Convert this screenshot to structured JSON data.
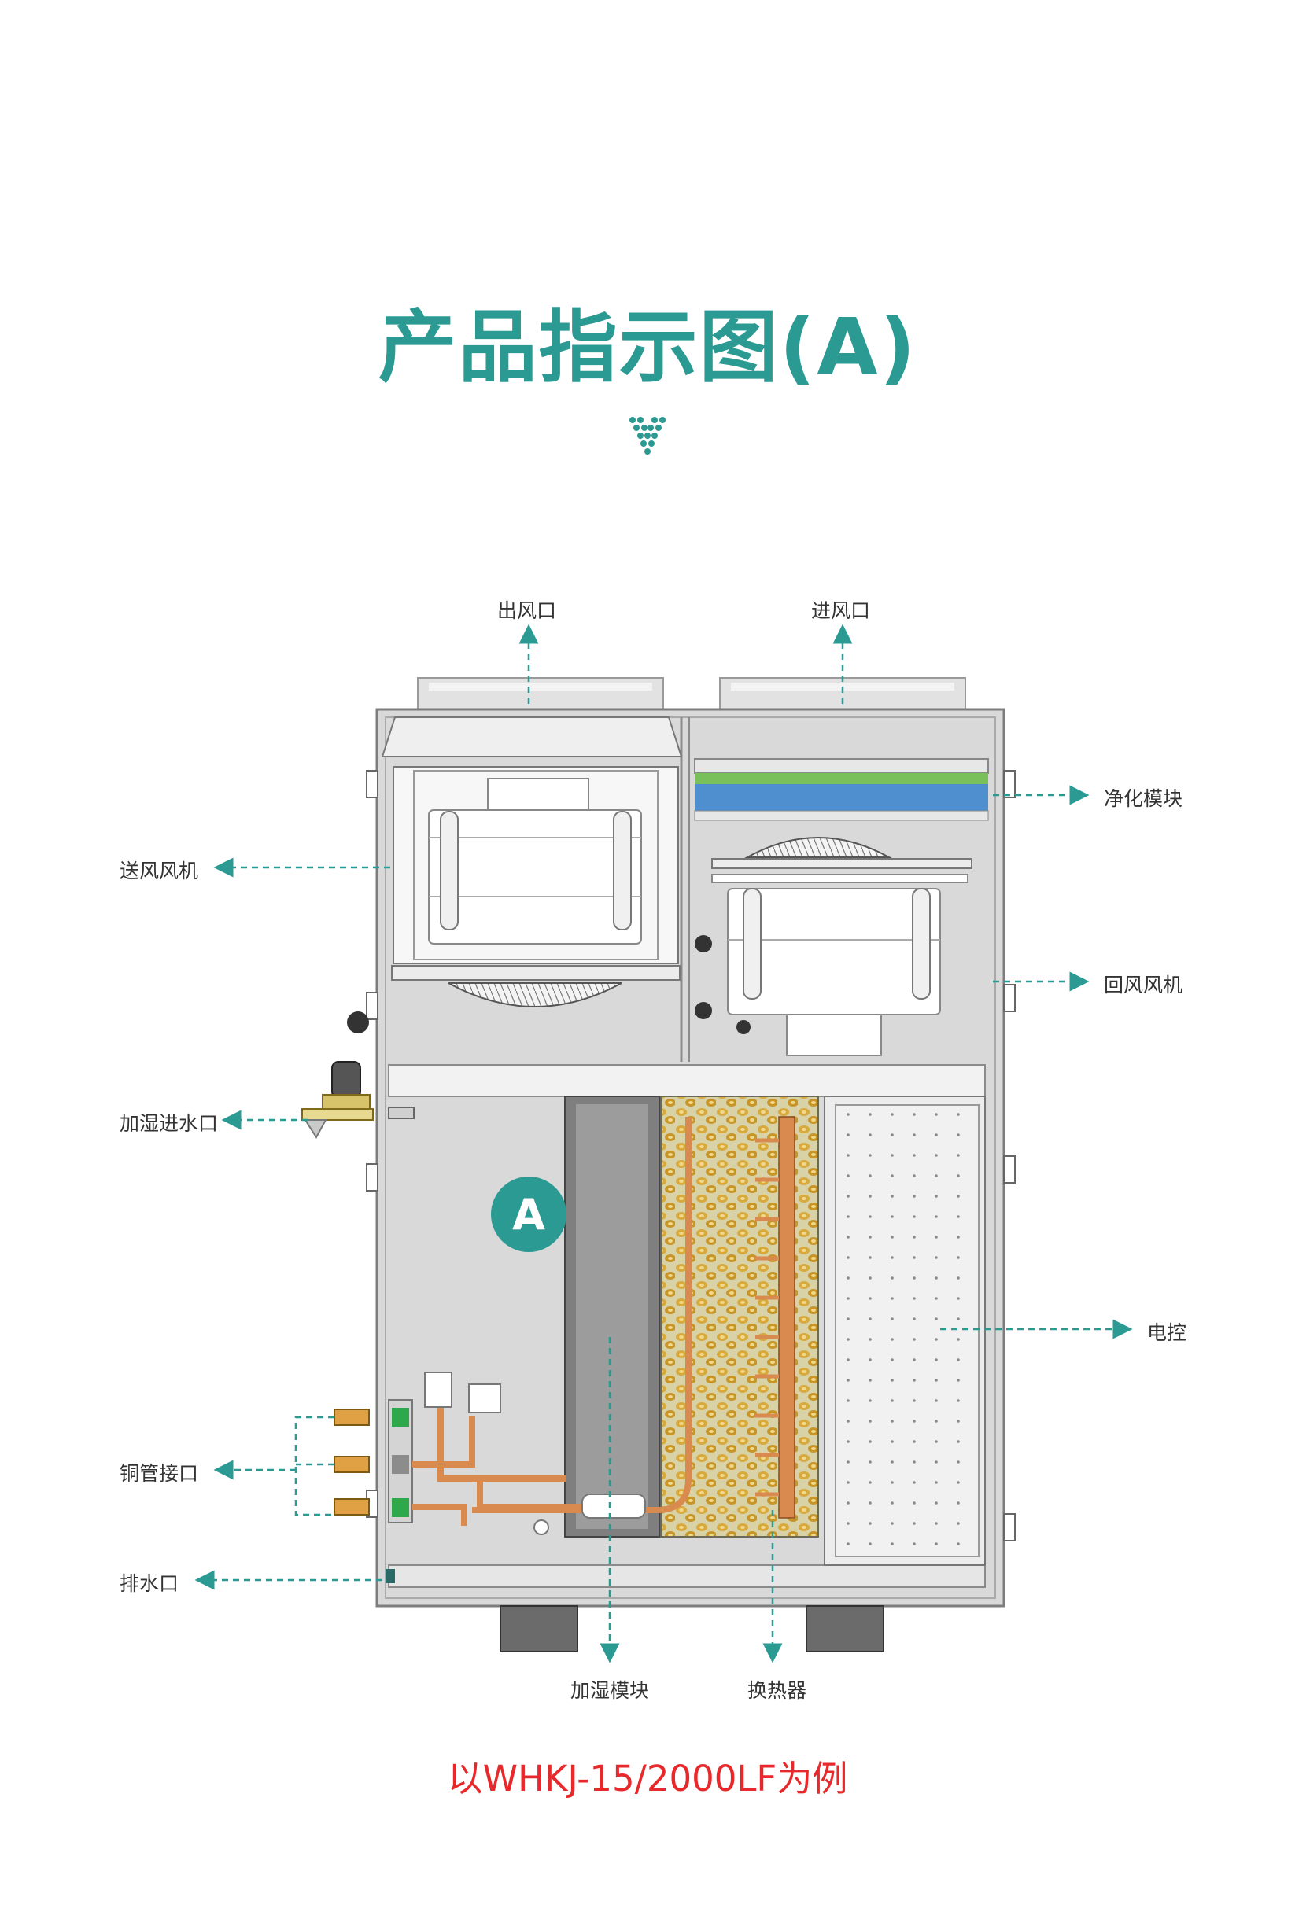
{
  "title": "产品指示图(A)",
  "caption": "以WHKJ-15/2000LF为例",
  "badge": "A",
  "colors": {
    "accent": "#2a9a93",
    "caption": "#e8292b",
    "unit_frame": "#d6d6d6",
    "filter_green": "#79c05a",
    "filter_blue": "#4f8fd0",
    "copper": "#d98a4f",
    "coil": "#d8d2a6"
  },
  "icons": {
    "logo": "diamond-dot-logo",
    "leader": "dashed-arrow"
  },
  "labels": {
    "outlet": "出风口",
    "inlet": "进风口",
    "purify": "净化模块",
    "supply_fan": "送风风机",
    "return_fan": "回风风机",
    "water_in": "加湿进水口",
    "control": "电控",
    "copper_port": "铜管接口",
    "drain": "排水口",
    "humidifier": "加湿模块",
    "exchanger": "换热器"
  }
}
